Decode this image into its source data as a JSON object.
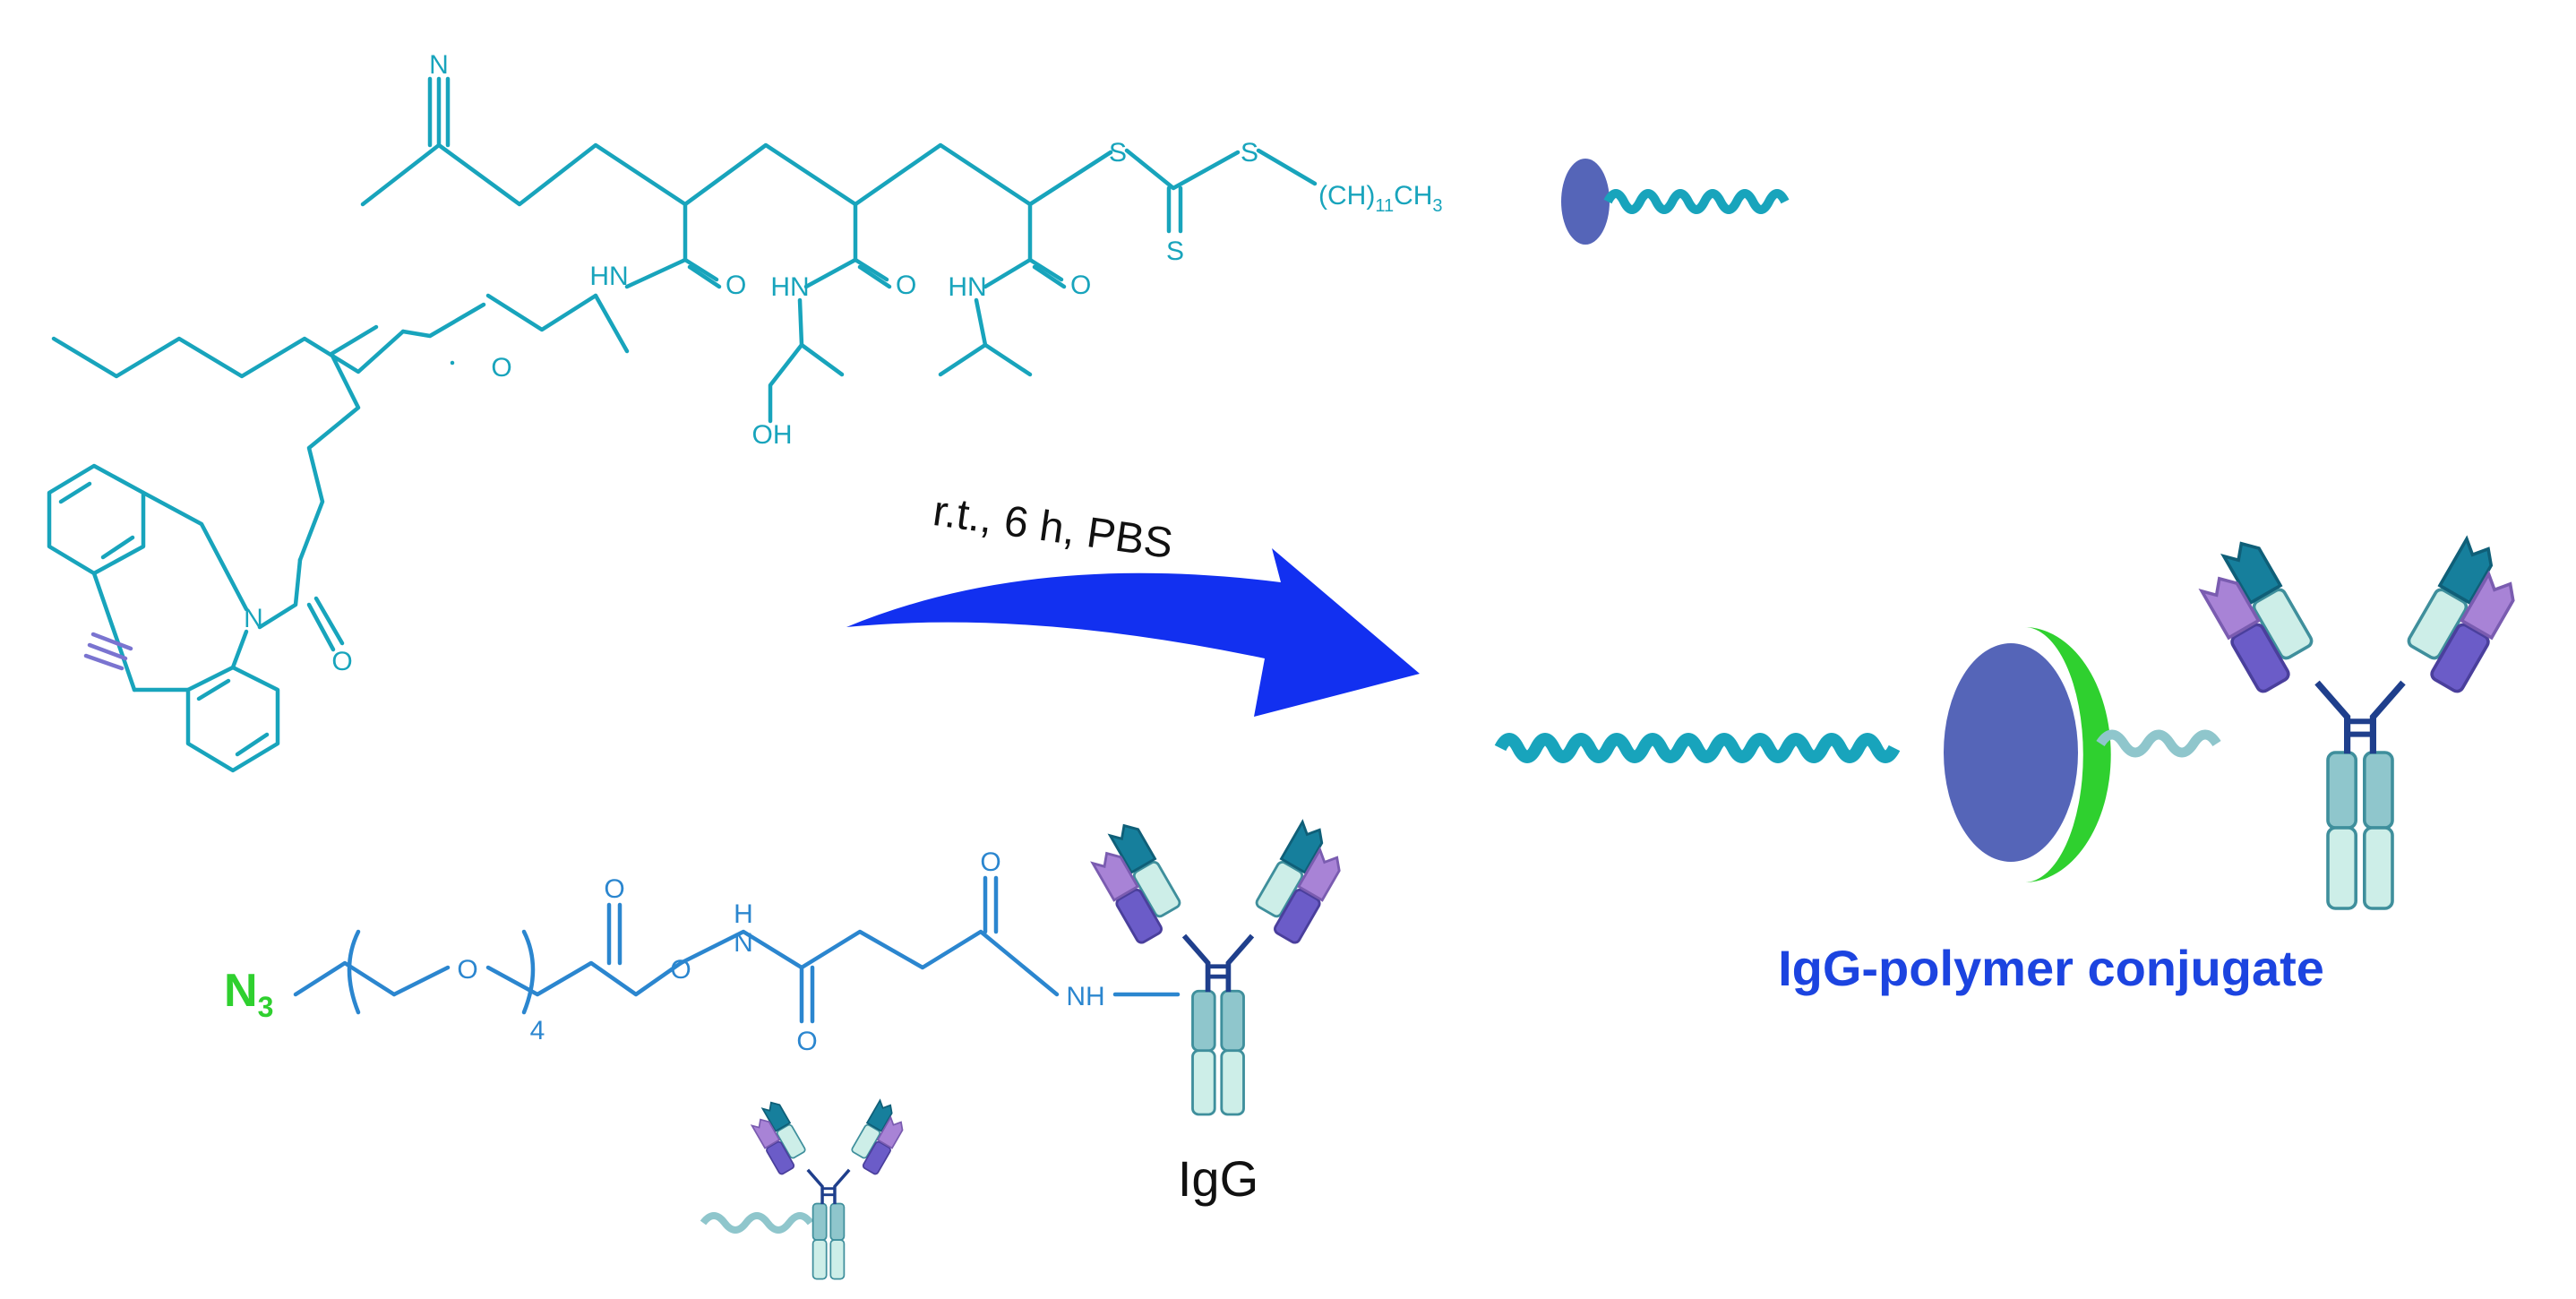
{
  "colors": {
    "polymer": "#18a4bc",
    "linker": "#2b86cf",
    "azide": "#2fd02f",
    "arrow": "#1230f0",
    "title": "#1c44e0",
    "ab_teal": "#167f9c",
    "ab_light": "#cdeee8",
    "ab_purple": "#a883d6",
    "ab_violet": "#6b5cc8",
    "ab_stem": "#8fc6cc",
    "ab_hinge": "#1f3f8c",
    "ball": "#5565b8",
    "alkyne": "#7a74d0"
  },
  "polymer": {
    "nitrile_n": "N",
    "amide_nh": "HN",
    "amide_o": "O",
    "ester_o": "O",
    "hydroxyl": "OH",
    "sulfur": "S",
    "dodecyl_main": "(CH)",
    "dodecyl_sub": "11",
    "dodecyl_end": "CH",
    "dodecyl_end_sub": "3"
  },
  "dbco": {
    "nitrogen": "N",
    "carbonyl_o": "O"
  },
  "linker": {
    "azide_main": "N",
    "azide_sub": "3",
    "ether_o": "O",
    "repeat": "4",
    "carbonyl_o": "O",
    "nh": "H",
    "n": "N",
    "amide_nh": "NH"
  },
  "reaction": {
    "conditions": "r.t., 6 h, PBS"
  },
  "labels": {
    "igg": "IgG",
    "product": "IgG-polymer conjugate"
  }
}
